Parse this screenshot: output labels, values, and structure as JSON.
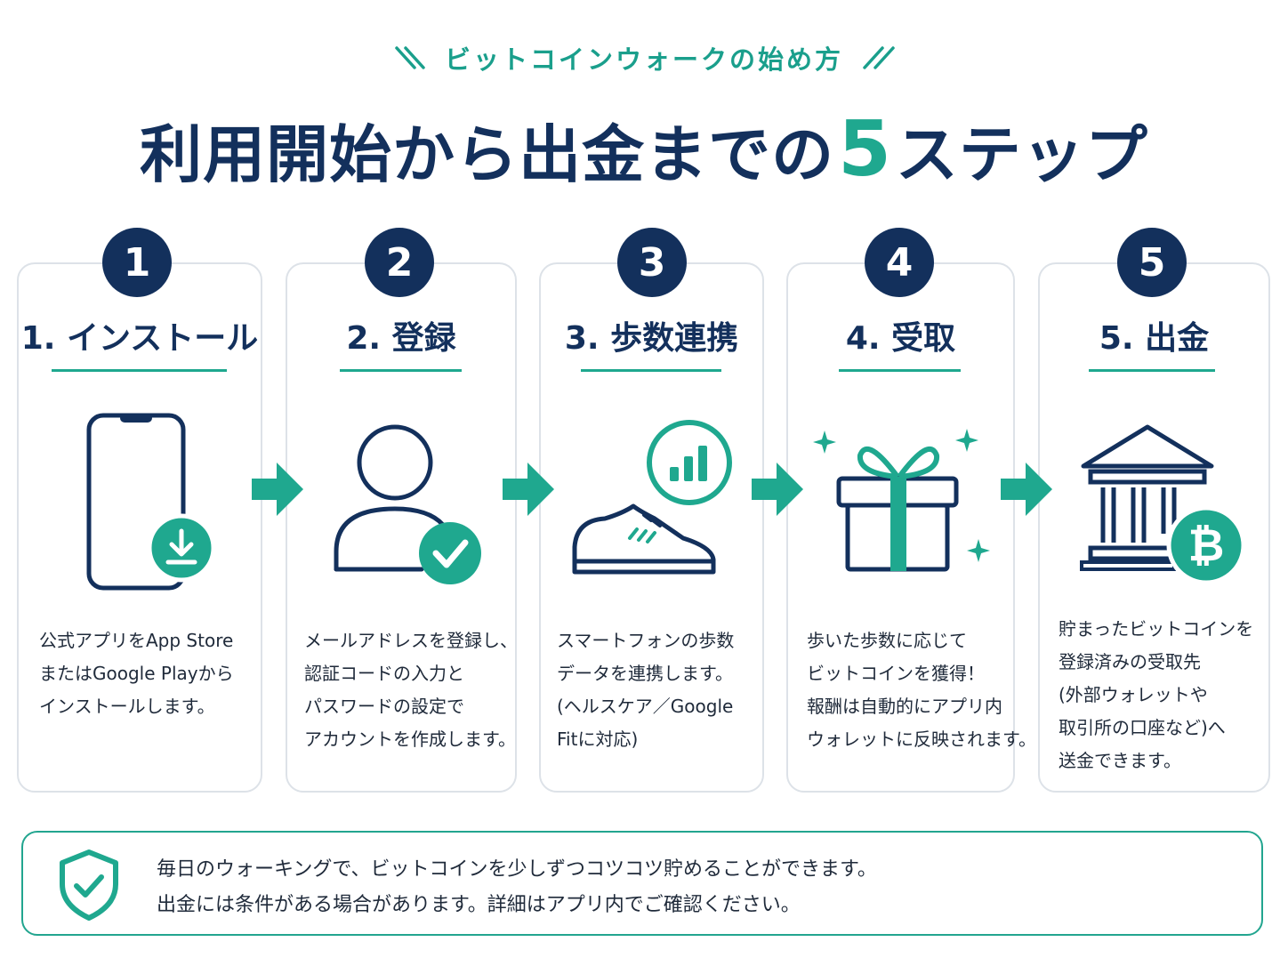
{
  "header": {
    "eyebrow": "ビットコインウォークの始め方",
    "headline_before": "利用開始から出金までの",
    "headline_number": "5",
    "headline_after": "ステップ"
  },
  "steps": [
    {
      "number": "1",
      "title": "1. インストール",
      "icon": "smartphone-download-icon",
      "description": [
        "公式アプリをApp Store",
        "またはGoogle Playから",
        "インストールします。"
      ]
    },
    {
      "number": "2",
      "title": "2. 登録",
      "icon": "user-check-icon",
      "description": [
        "メールアドレスを登録し、",
        "認証コードの入力と",
        "パスワードの設定で",
        "アカウントを作成します。"
      ]
    },
    {
      "number": "3",
      "title": "3. 歩数連携",
      "icon": "sneaker-chart-icon",
      "description": [
        "スマートフォンの歩数",
        "データを連携します。",
        "(ヘルスケア／Google",
        "Fitに対応)"
      ]
    },
    {
      "number": "4",
      "title": "4. 受取",
      "icon": "gift-icon",
      "description": [
        "歩いた歩数に応じて",
        "ビットコインを獲得！",
        "報酬は自動的にアプリ内",
        "ウォレットに反映されます。"
      ]
    },
    {
      "number": "5",
      "title": "5. 出金",
      "icon": "bank-bitcoin-icon",
      "description": [
        "貯まったビットコインを",
        "登録済みの受取先",
        "(外部ウォレットや",
        "取引所の口座など)へ",
        "送金できます。"
      ]
    }
  ],
  "notice": {
    "icon": "shield-check-icon",
    "lines": [
      "毎日のウォーキングで、ビットコインを少しずつコツコツ貯めることができます。",
      "出金には条件がある場合があります。詳細はアプリ内でご確認ください。"
    ]
  },
  "colors": {
    "navy": "#13305c",
    "teal": "#1fa88f",
    "card_border": "#dde2e8"
  }
}
